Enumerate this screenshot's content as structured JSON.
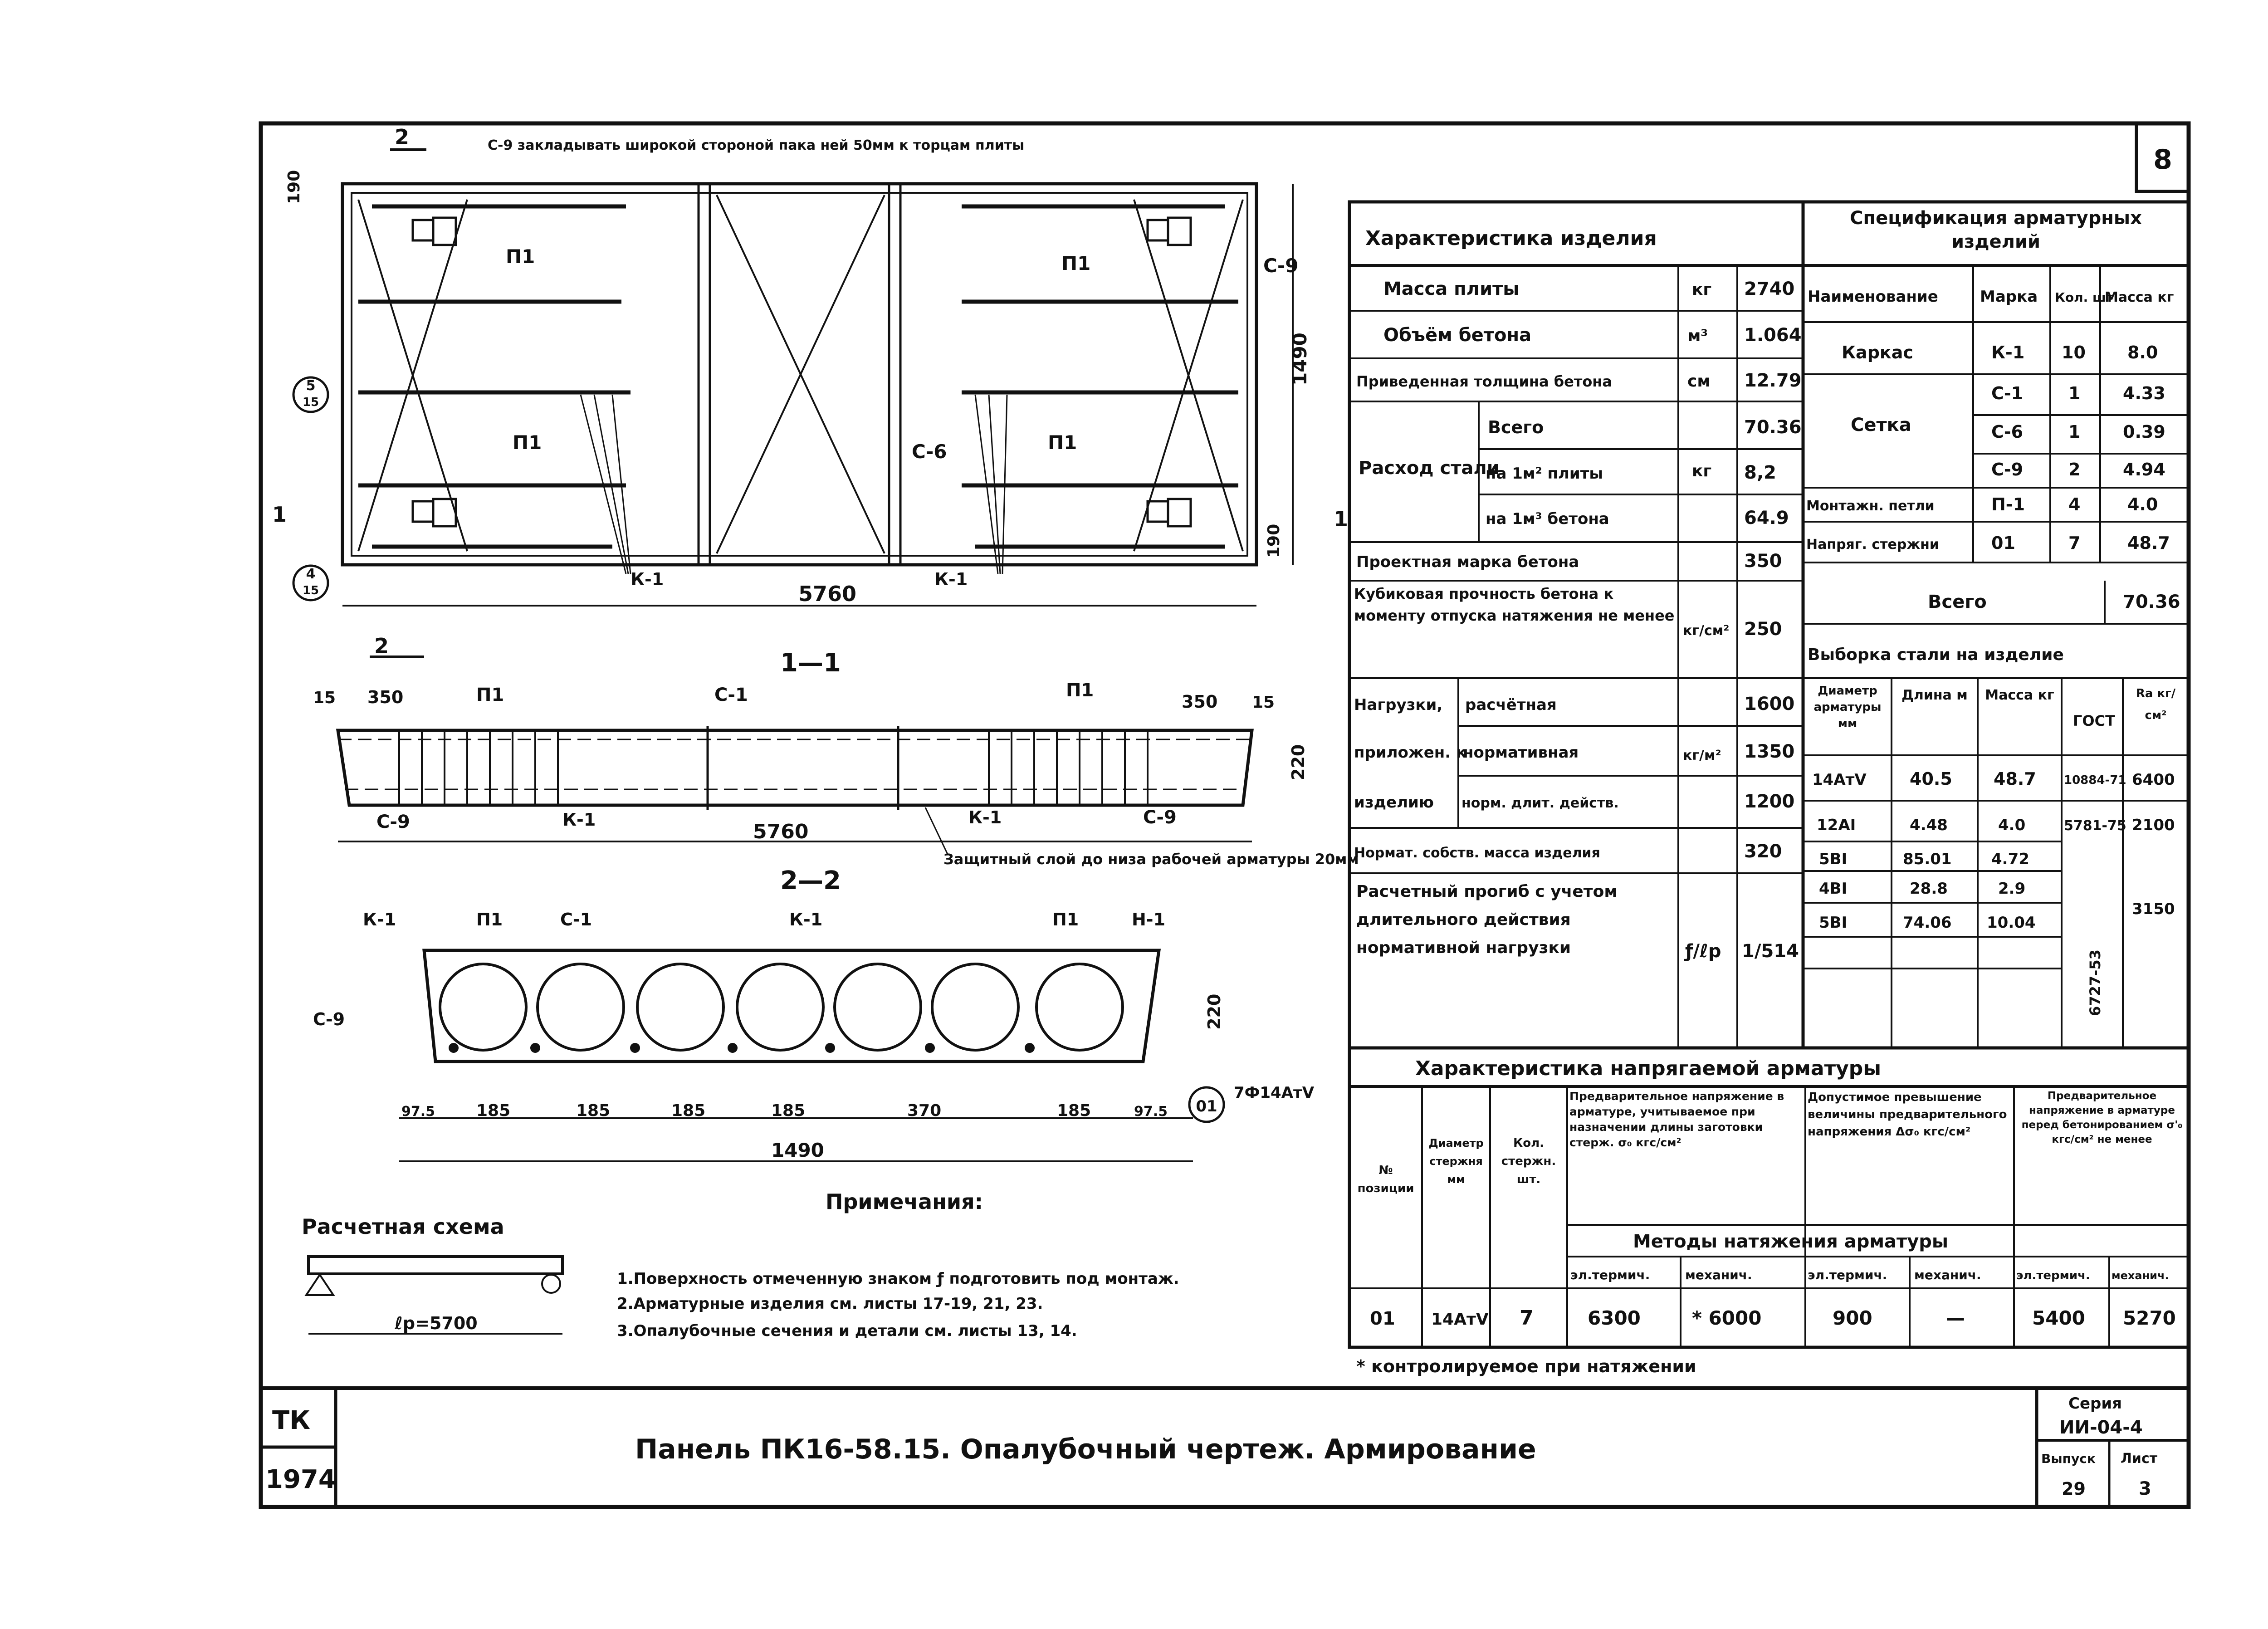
{
  "sheet_number": "8",
  "stamp": {
    "tk": "ТК",
    "year": "1974"
  },
  "title": "Панель ПК16-58.15. Опалубочный чертеж. Армирование",
  "series": {
    "label": "Серия",
    "value": "ИИ-04-4",
    "issue_label": "Выпуск",
    "issue_value": "29",
    "sheet_label": "Лист",
    "sheet_value": "3"
  },
  "plan_note": "С-9 закладывать широкой стороной пака ней 50мм к торцам плиты",
  "labels": {
    "p1": "П1",
    "c9": "С-9",
    "c6": "С-6",
    "c1": "С-1",
    "k1": "К-1",
    "n1": "Н-1",
    "sec2": "2",
    "sec1": "1",
    "sec11": "1—1",
    "sec22": "2—2",
    "callout5": "5",
    "callout5b": "15",
    "callout4": "4",
    "callout4b": "15",
    "rebar_callout": "01",
    "rebar_note": "7Ф14АтV"
  },
  "dims": {
    "d190": "190",
    "d1490": "1490",
    "d5760": "5760",
    "d15": "15",
    "d350": "350",
    "d220": "220",
    "d975": "97.5",
    "d185": "185",
    "d370": "370",
    "d1490b": "1490"
  },
  "protective_layer": "Защитный слой до низа рабочей арматуры 20мм",
  "calc_scheme": {
    "title": "Расчетная схема",
    "lp": "ℓр=5700"
  },
  "notes": {
    "title": "Примечания:",
    "items": [
      "1.Поверхность отмеченную знаком ƒ подготовить под монтаж.",
      "2.Арматурные изделия см. листы 17-19, 21, 23.",
      "3.Опалубочные сечения и детали см. листы 13, 14."
    ]
  },
  "product": {
    "title": "Характеристика изделия",
    "rows": [
      {
        "name": "Масса плиты",
        "unit": "кг",
        "value": "2740"
      },
      {
        "name": "Объём бетона",
        "unit": "м³",
        "value": "1.064"
      },
      {
        "name": "Приведенная толщина бетона",
        "unit": "см",
        "value": "12.79"
      },
      {
        "name": "Проектная марка бетона",
        "unit": "",
        "value": "350"
      },
      {
        "name": "Нормат. собств. масса изделия",
        "unit": "",
        "value": "320"
      }
    ],
    "steel": {
      "label": "Расход стали",
      "unit": "кг",
      "rows": [
        {
          "name": "Всего",
          "value": "70.36"
        },
        {
          "name": "на 1м² плиты",
          "value": "8,2"
        },
        {
          "name": "на 1м³ бетона",
          "value": "64.9"
        }
      ]
    },
    "strength": {
      "label": "Кубиковая прочность бетона к моменту отпуска натяжения не менее",
      "unit": "кг/см²",
      "value": "250"
    },
    "loads": {
      "label1": "Нагрузки,",
      "label2": "приложен. к",
      "label3": "изделию",
      "unit": "кг/м²",
      "rows": [
        {
          "name": "расчётная",
          "value": "1600"
        },
        {
          "name": "нормативная",
          "value": "1350"
        },
        {
          "name": "норм. длит. действ.",
          "value": "1200"
        }
      ]
    },
    "deflection": {
      "label": "Расчетный прогиб с учетом длительного действия нормативной нагрузки",
      "unit": "ƒ/ℓр",
      "value": "1/514"
    }
  },
  "spec": {
    "title": "Спецификация арматурных изделий",
    "headers": [
      "Наименование",
      "Марка",
      "Кол. шт",
      "Масса кг"
    ],
    "rows": [
      {
        "name": "Каркас",
        "mark": "К-1",
        "qty": "10",
        "mass": "8.0"
      },
      {
        "name": "Сетка",
        "mark": "С-1",
        "qty": "1",
        "mass": "4.33"
      },
      {
        "name": "",
        "mark": "С-6",
        "qty": "1",
        "mass": "0.39"
      },
      {
        "name": "",
        "mark": "С-9",
        "qty": "2",
        "mass": "4.94"
      },
      {
        "name": "Монтажн. петли",
        "mark": "П-1",
        "qty": "4",
        "mass": "4.0"
      },
      {
        "name": "Напряг. стержни",
        "mark": "01",
        "qty": "7",
        "mass": "48.7"
      }
    ],
    "total_label": "Всего",
    "total_value": "70.36"
  },
  "steel_select": {
    "title": "Выборка стали на изделие",
    "headers": [
      "Диаметр арматуры мм",
      "Длина м",
      "Масса кг",
      "ГОСТ",
      "Rа кг/см²"
    ],
    "rows": [
      {
        "d": "14АтV",
        "len": "40.5",
        "mass": "48.7",
        "gost": "10884-71",
        "ra": "6400"
      },
      {
        "d": "12АI",
        "len": "4.48",
        "mass": "4.0",
        "gost": "5781-75",
        "ra": "2100"
      },
      {
        "d": "5ВI",
        "len": "85.01",
        "mass": "4.72",
        "gost": "",
        "ra": "3150"
      },
      {
        "d": "4ВI",
        "len": "28.8",
        "mass": "2.9",
        "gost": "",
        "ra": ""
      },
      {
        "d": "5ВI",
        "len": "74.06",
        "mass": "10.04",
        "gost": "",
        "ra": ""
      }
    ],
    "gost2": "6727-53"
  },
  "prestress": {
    "title": "Характеристика напрягаемой арматуры",
    "h_pos": "№ позиции",
    "h_diam": "Диаметр стержня мм",
    "h_qty": "Кол. стержн. шт.",
    "h_sigma": "Предварительное напряжение в арматуре, учитываемое при назначении длины заготовки стерж. σ₀ кгс/см²",
    "h_delta": "Допустимое превышение величины предварительного напряжения Δσ₀ кгс/см²",
    "h_before": "Предварительное напряжение в арматуре перед бетонированием σ'₀ кгс/см² не менее",
    "methods": "Методы натяжения арматуры",
    "m_el": "эл.термич.",
    "m_mech": "механич.",
    "row": {
      "pos": "01",
      "diam": "14АтV",
      "qty": "7",
      "s_el": "6300",
      "s_mech": "* 6000",
      "d_el": "900",
      "d_mech": "—",
      "b_el": "5400",
      "b_mech": "5270"
    },
    "footnote": "* контролируемое при натяжении"
  }
}
